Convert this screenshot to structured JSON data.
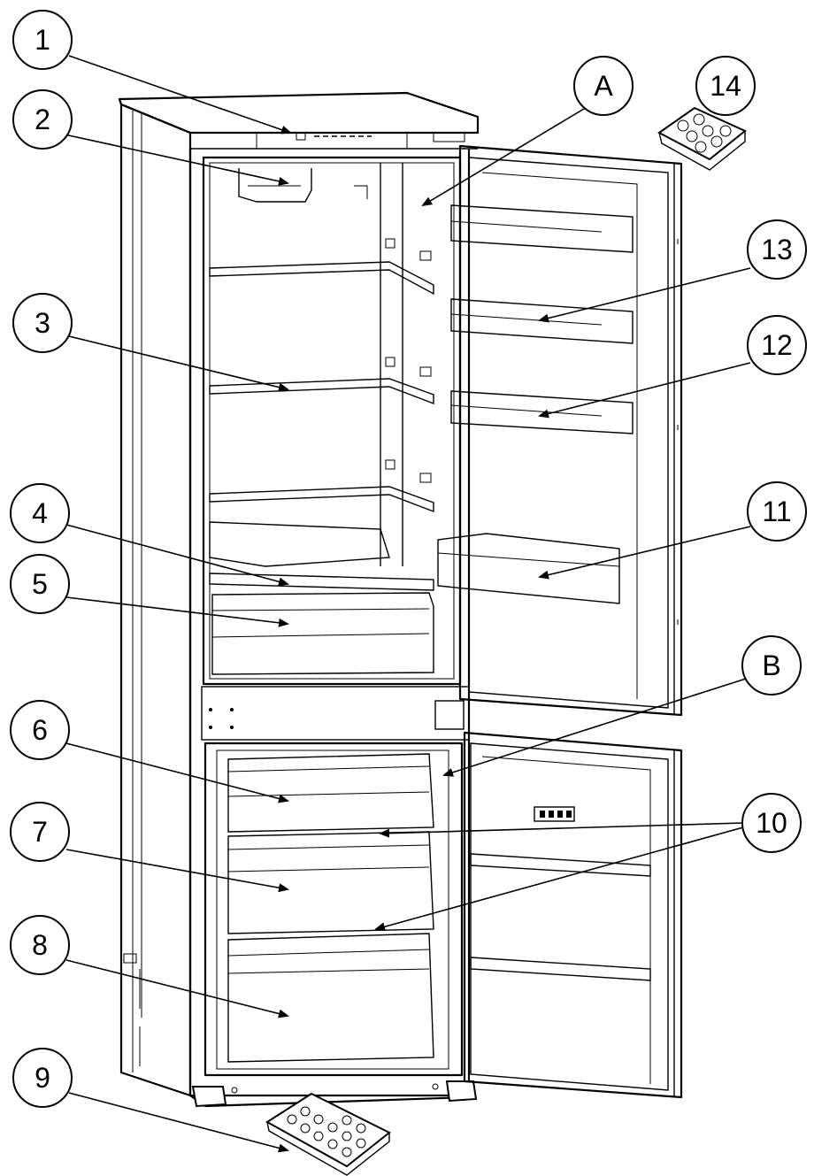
{
  "callouts": [
    {
      "id": "c1",
      "label": "1"
    },
    {
      "id": "c2",
      "label": "2"
    },
    {
      "id": "c3",
      "label": "3"
    },
    {
      "id": "c4",
      "label": "4"
    },
    {
      "id": "c5",
      "label": "5"
    },
    {
      "id": "c6",
      "label": "6"
    },
    {
      "id": "c7",
      "label": "7"
    },
    {
      "id": "c8",
      "label": "8"
    },
    {
      "id": "c9",
      "label": "9"
    },
    {
      "id": "c10",
      "label": "10"
    },
    {
      "id": "c11",
      "label": "11"
    },
    {
      "id": "c12",
      "label": "12"
    },
    {
      "id": "c13",
      "label": "13"
    },
    {
      "id": "c14",
      "label": "14"
    },
    {
      "id": "cA",
      "label": "A"
    },
    {
      "id": "cB",
      "label": "B"
    }
  ]
}
